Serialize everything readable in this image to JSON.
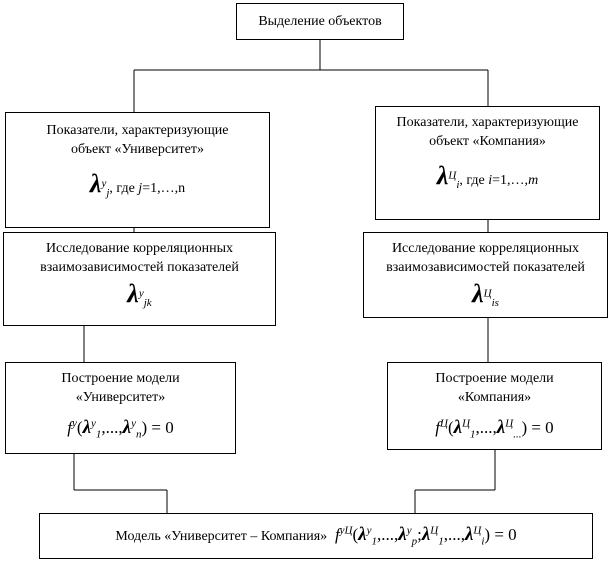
{
  "top": {
    "label": "Выделение объектов"
  },
  "left": {
    "indicators": {
      "line1": "Показатели, характеризующие",
      "line2": "объект «Университет»",
      "symbol_sup": "у",
      "symbol_sub": "j",
      "condition_prefix": ", где ",
      "condition_var": "j",
      "condition_range": "=1,…,n"
    },
    "correlation": {
      "line1": "Исследование корреляционных",
      "line2": "взаимозависимостей показателей",
      "symbol_sup": "у",
      "symbol_sub": "jk"
    },
    "model": {
      "line1": "Построение модели",
      "line2": "«Университет»",
      "fn": "f",
      "fn_sup": "у",
      "arg_sup1": "у",
      "arg_sub1": "1",
      "arg_mid": ",...,",
      "arg_sup2": "у",
      "arg_sub2": "n",
      "eq": ") = 0"
    }
  },
  "right": {
    "indicators": {
      "line1": "Показатели, характеризующие",
      "line2": "объект «Компания»",
      "symbol_sup": "Ц",
      "symbol_sub": "i",
      "condition_prefix": ", где ",
      "condition_var": "i",
      "condition_range": "=1,…,",
      "condition_end": "m"
    },
    "correlation": {
      "line1": "Исследование корреляционных",
      "line2": "взаимозависимостей показателей",
      "symbol_sup": "Ц",
      "symbol_sub": "is"
    },
    "model": {
      "line1": "Построение модели",
      "line2": "«Компания»",
      "fn": "f",
      "fn_sup": "Ц",
      "arg_sup1": "Ц",
      "arg_sub1": "1",
      "arg_mid": ",...,",
      "arg_sup2": "Ц",
      "arg_sub2": "...",
      "eq": ") = 0"
    }
  },
  "bottom": {
    "label": "Модель «Университет – Компания»",
    "fn": "f",
    "fn_sup": "уЦ",
    "a_sup1": "у",
    "a_sub1": "1",
    "mid": ",...,",
    "a_sup2": "у",
    "a_sub2": "p",
    "sep": ";",
    "b_sup1": "Ц",
    "b_sub1": "1",
    "b_sup2": "Ц",
    "b_sub2": "i",
    "eq": ") = 0"
  }
}
